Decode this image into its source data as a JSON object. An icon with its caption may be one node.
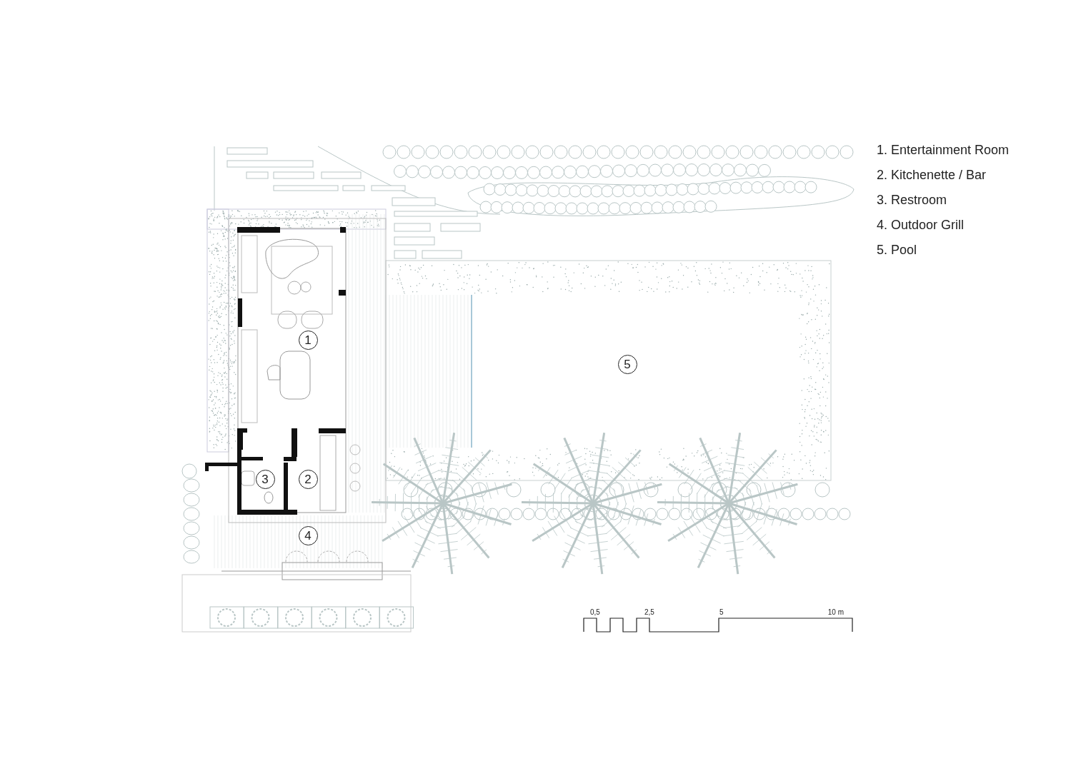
{
  "diagram": {
    "nodes": [
      {
        "text": [
          "1"
        ]
      },
      {
        "text": [
          "2"
        ]
      },
      {
        "text": [
          "3"
        ]
      },
      {
        "text": [
          "4"
        ]
      },
      {
        "text": [
          "5"
        ]
      }
    ],
    "edges": [],
    "labels": [
      "1. Entertainment Room",
      "2. Kitchenette / Bar",
      "3. Restroom",
      "4. Outdoor Grill",
      "5. Pool",
      "0,5",
      "2,5",
      "5",
      "10 m"
    ]
  }
}
